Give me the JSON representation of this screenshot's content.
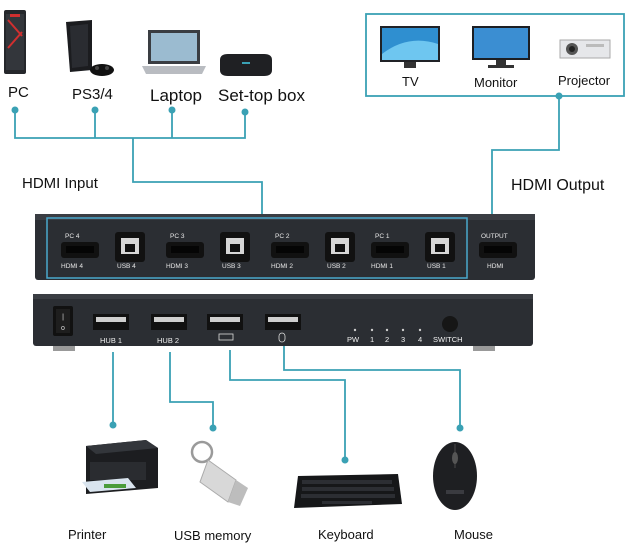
{
  "sources": [
    {
      "label": "PC",
      "icon": "pc-tower-icon"
    },
    {
      "label": "PS3/4",
      "icon": "game-console-icon"
    },
    {
      "label": "Laptop",
      "icon": "laptop-icon"
    },
    {
      "label": "Set-top box",
      "icon": "set-top-box-icon"
    }
  ],
  "outputs": [
    {
      "label": "TV",
      "icon": "tv-icon"
    },
    {
      "label": "Monitor",
      "icon": "monitor-icon"
    },
    {
      "label": "Projector",
      "icon": "projector-icon"
    }
  ],
  "hdmi_input_label": "HDMI Input",
  "hdmi_output_label": "HDMI Output",
  "rear_panel": {
    "ports": [
      {
        "pc": "PC 4",
        "hdmi": "HDMI 4",
        "usb": "USB 4"
      },
      {
        "pc": "PC 3",
        "hdmi": "HDMI 3",
        "usb": "USB 3"
      },
      {
        "pc": "PC 2",
        "hdmi": "HDMI 2",
        "usb": "USB 2"
      },
      {
        "pc": "PC 1",
        "hdmi": "HDMI 1",
        "usb": "USB 1"
      }
    ],
    "output_top": "OUTPUT",
    "output_bottom": "HDMI"
  },
  "front_panel": {
    "hub1": "HUB  1",
    "hub2": "HUB  2",
    "leds": [
      "PW",
      "1",
      "2",
      "3",
      "4"
    ],
    "switch_label": "SWITCH"
  },
  "usb_devices": [
    {
      "label": "Printer",
      "icon": "printer-icon"
    },
    {
      "label": "USB memory",
      "icon": "usb-memory-icon"
    },
    {
      "label": "Keyboard",
      "icon": "keyboard-icon"
    },
    {
      "label": "Mouse",
      "icon": "mouse-icon"
    }
  ],
  "colors": {
    "line": "#3aa1b4",
    "device": "#2b2e33",
    "port": "#111111",
    "highlight": "#4aa8cc"
  }
}
